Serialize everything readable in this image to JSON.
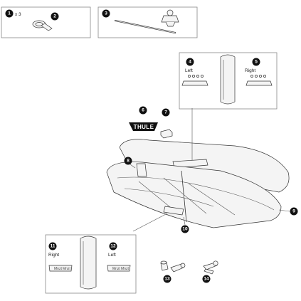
{
  "callouts": {
    "c1": "1",
    "c2": "2",
    "c3": "3",
    "c4": "4",
    "c5": "5",
    "c6": "6",
    "c7": "7",
    "c8": "8",
    "c9": "9",
    "c10": "10",
    "c11": "11",
    "c12": "12",
    "c13": "13",
    "c14": "14"
  },
  "labels": {
    "qty": "x 3",
    "left_top": "Left",
    "right_top": "Right",
    "right_bottom": "Right",
    "left_bottom": "Left",
    "logo": "THULE"
  },
  "colors": {
    "badge": "#111111",
    "frame": "#888888"
  }
}
